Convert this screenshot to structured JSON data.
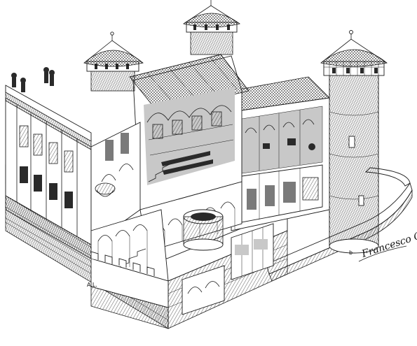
{
  "illustration": {
    "subject": "cutaway-castle",
    "style": "pen-and-ink"
  },
  "signature": {
    "text": "Francesco Corni"
  },
  "monogram": {
    "text": "A.L."
  },
  "small_mark": {
    "text": "b"
  }
}
